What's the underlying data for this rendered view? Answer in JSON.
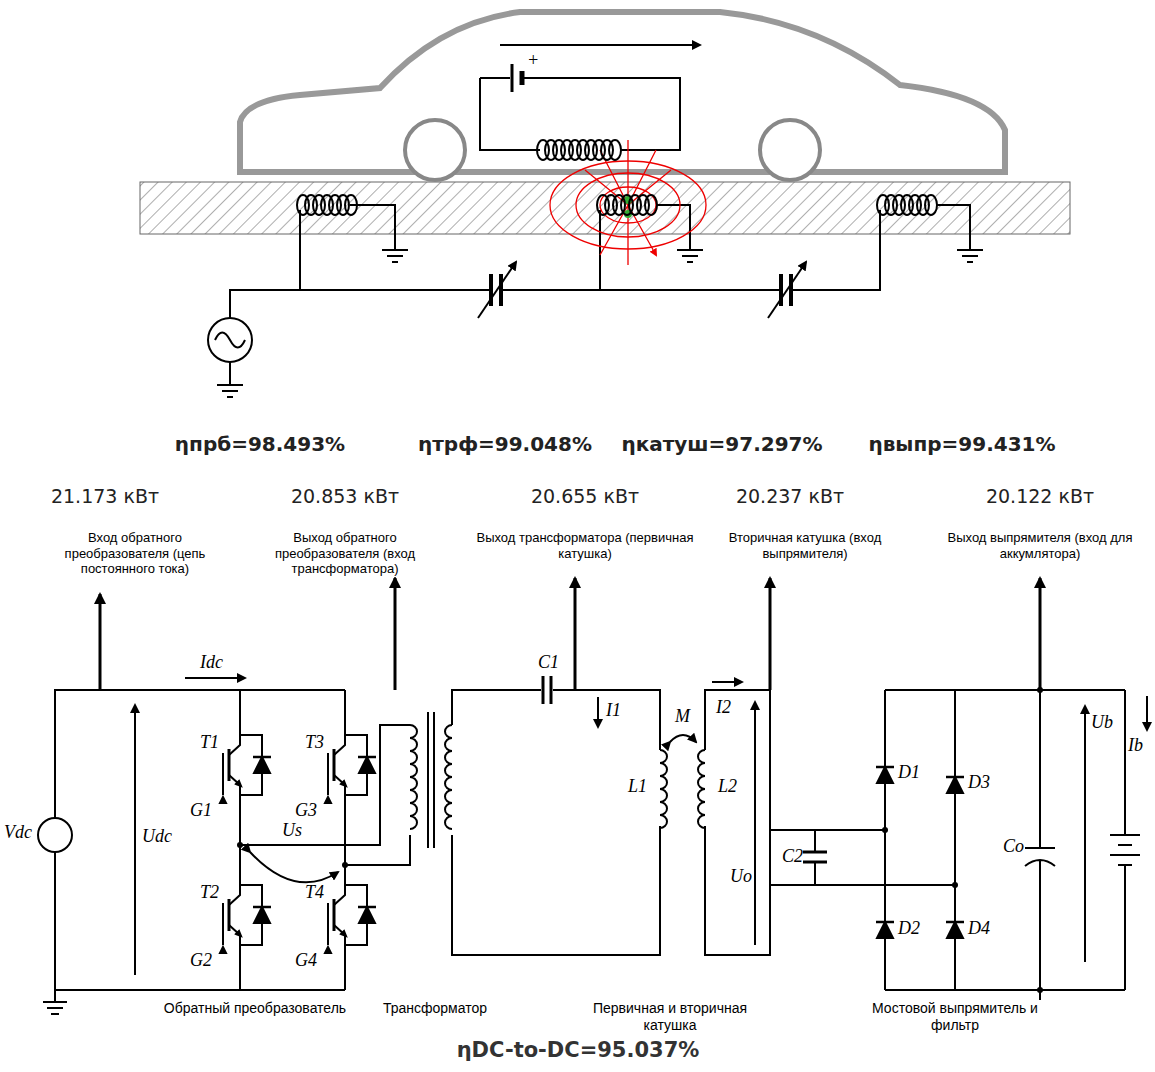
{
  "diagram": {
    "labels": [
      "+",
      "ηпрб=98.493%",
      "ηтрф=99.048%",
      "ηкатуш=97.297%",
      "ηвыпр=99.431%",
      "21.173 кВт",
      "20.853 кВт",
      "20.655 кВт",
      "20.237 кВт",
      "20.122 кВт",
      "Вход обратного преобразователя (цепь постоянного тока)",
      "Выход обратного преобразователя (вход трансформатора)",
      "Выход трансформатора (первичная катушка)",
      "Вторичная катушка (вход выпрямителя)",
      "Выход выпрямителя (вход для аккумлятора)",
      "Vdc",
      "Udc",
      "Idc",
      "T1",
      "G1",
      "T3",
      "G3",
      "Us",
      "T2",
      "G2",
      "T4",
      "G4",
      "C1",
      "I1",
      "I2",
      "M",
      "L1",
      "L2",
      "Uo",
      "C2",
      "D1",
      "D3",
      "Co",
      "Ub",
      "Ib",
      "D2",
      "D4",
      "Обратный преобразователь",
      "Трансформатор",
      "Первичная и вторичная катушка",
      "Мостовой выпрямитель и фильтр",
      "ηDC-to-DC=95.037%"
    ]
  }
}
